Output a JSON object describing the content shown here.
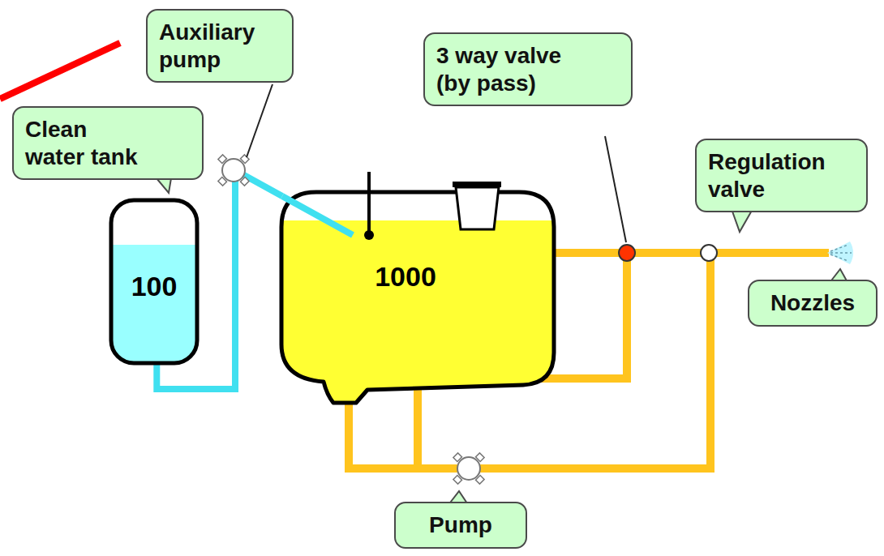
{
  "diagram": {
    "nodes": [
      {
        "text": [
          "Auxiliary pump"
        ]
      },
      {
        "text": [
          "Clean water tank"
        ]
      },
      {
        "text": [
          "3 way valve (by pass)"
        ]
      },
      {
        "text": [
          "Regulation valve"
        ]
      },
      {
        "text": [
          "100"
        ]
      },
      {
        "text": [
          "1000"
        ]
      },
      {
        "text": [
          "Nozzles"
        ]
      },
      {
        "text": [
          "Pump"
        ]
      }
    ],
    "edges": [
      {
        "from": 4,
        "to": 5,
        "arrow": "none"
      }
    ]
  }
}
